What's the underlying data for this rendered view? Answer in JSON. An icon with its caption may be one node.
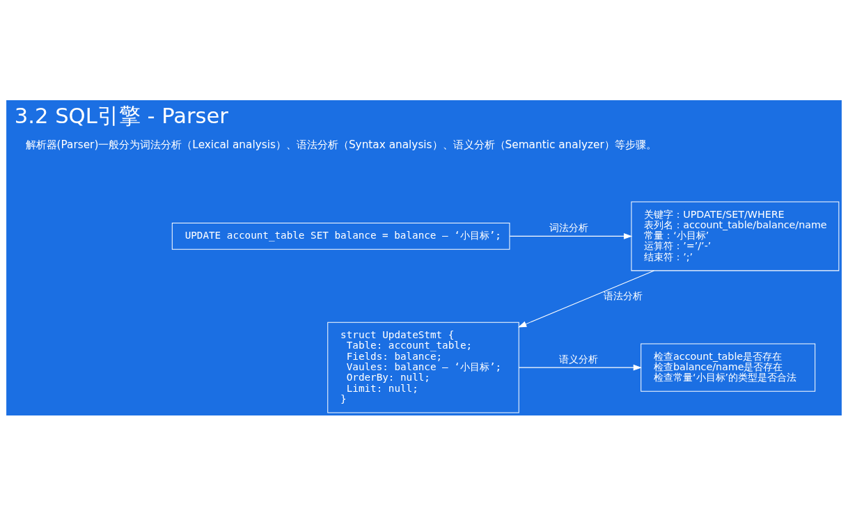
{
  "diagram": {
    "title": "3.2 SQL引擎 - Parser",
    "nodes": [
      {
        "text": [
          "UPDATE account_table SET balance = balance – ‘小目标’;"
        ]
      },
      {
        "text": [
          "关键字：UPDATE/SET/WHERE",
          "表列名：account_table/balance/name",
          "常量：‘小目标’",
          "运算符：’=’/’-’",
          "结束符：’;’"
        ]
      },
      {
        "text": [
          "struct UpdateStmt {",
          "Table: account_table;",
          "Fields: balance;",
          "Vaules: balance – ‘小目标’;",
          "OrderBy: null;",
          "Limit: null;",
          "}"
        ]
      },
      {
        "text": [
          "检查account_table是否存在",
          "检查balance/name是否存在",
          "检查常量‘小目标’的类型是否合法"
        ]
      }
    ],
    "edges": [
      {
        "from": 0,
        "to": 1,
        "arrow": "to",
        "label": "词法分析"
      },
      {
        "from": 1,
        "to": 2,
        "arrow": "to",
        "label": "语法分析"
      },
      {
        "from": 2,
        "to": 3,
        "arrow": "to",
        "label": "语义分析"
      }
    ],
    "labels": [
      "解析器(Parser)一般分为词法分析（Lexical analysis）、语法分析（Syntax analysis）、语义分析（Semantic analyzer）等步骤。"
    ]
  }
}
